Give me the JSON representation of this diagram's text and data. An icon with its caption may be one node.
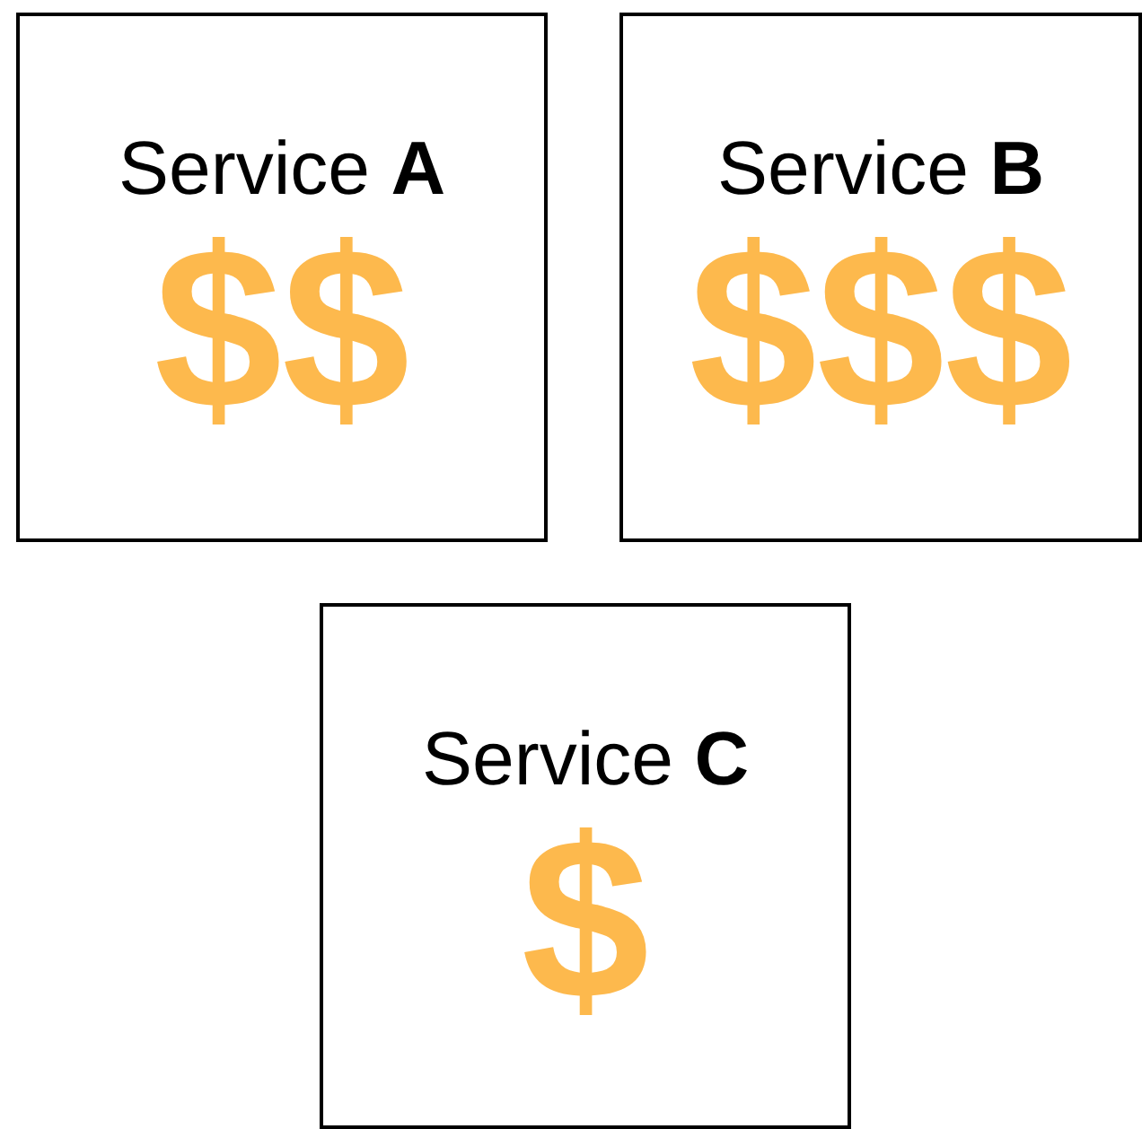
{
  "diagram": {
    "nodes": [
      {
        "text": [
          "Service **A**",
          "$$"
        ]
      },
      {
        "text": [
          "Service **B**",
          "$$$"
        ]
      },
      {
        "text": [
          "Service **C**",
          "$"
        ]
      }
    ]
  }
}
